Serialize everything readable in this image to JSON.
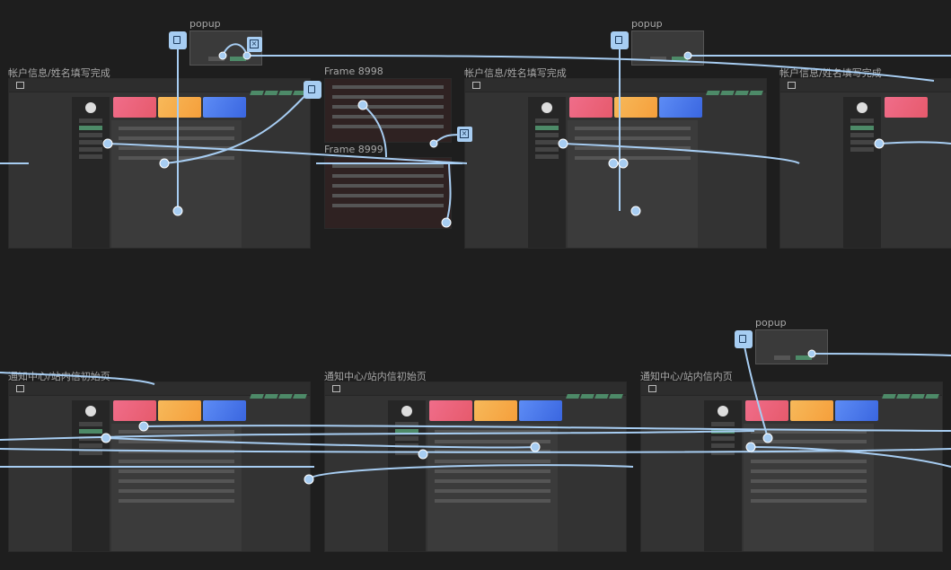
{
  "frames": {
    "f1": "帐户信息/姓名填写完成",
    "f2": "Frame 8998",
    "f3": "Frame 8999",
    "f4": "帐户信息/姓名填写完成",
    "f5": "帐户信息/姓名填写完成",
    "f6": "通知中心/站内信初始页",
    "f7": "通知中心/站内信初始页",
    "f8": "通知中心/站内信内页"
  },
  "popups": {
    "p1": "popup",
    "p2": "popup",
    "p3": "popup"
  },
  "colors": {
    "wire": "#a7cdf2",
    "accent": "#4d8a68"
  }
}
